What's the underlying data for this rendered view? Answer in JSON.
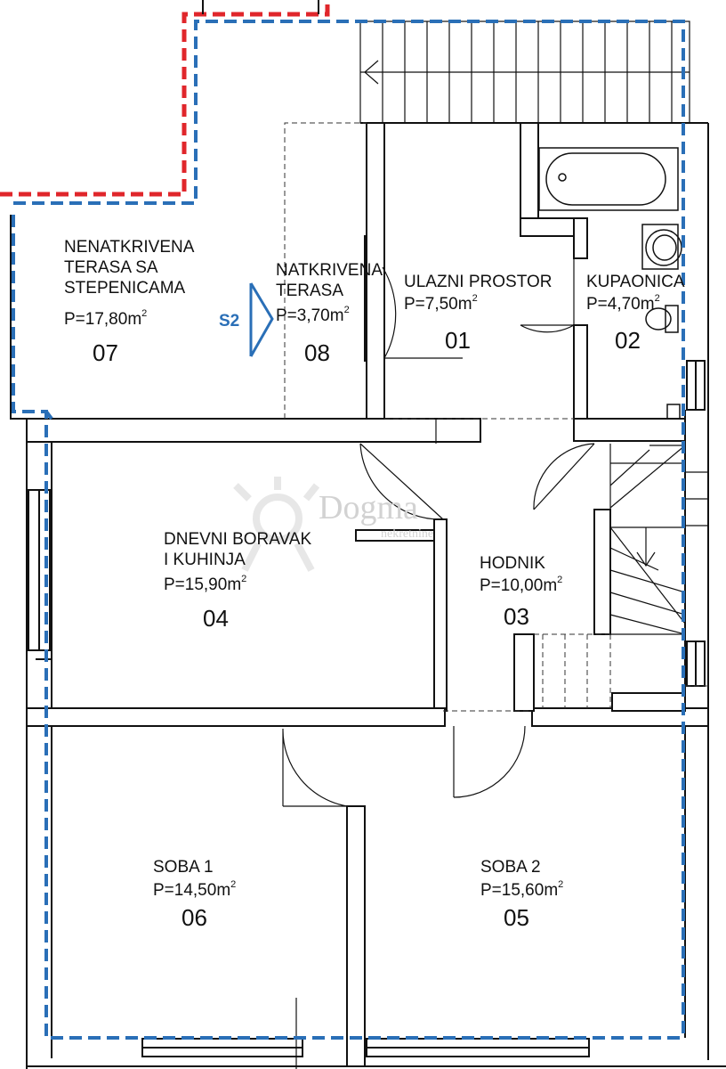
{
  "rooms": [
    {
      "id": "07",
      "name_lines": [
        "NENATKRIVENA",
        "TERASA SA",
        "STEPENICAMA"
      ],
      "area_prefix": "P=17,80m",
      "area_sup": "2"
    },
    {
      "id": "08",
      "name_lines": [
        "NATKRIVENA",
        "TERASA"
      ],
      "area_prefix": "P=3,70m",
      "area_sup": "2"
    },
    {
      "id": "01",
      "name_lines": [
        "ULAZNI PROSTOR"
      ],
      "area_prefix": "P=7,50m",
      "area_sup": "2"
    },
    {
      "id": "02",
      "name_lines": [
        "KUPAONICA"
      ],
      "area_prefix": "P=4,70m",
      "area_sup": "2"
    },
    {
      "id": "04",
      "name_lines": [
        "DNEVNI BORAVAK",
        "I KUHINJA"
      ],
      "area_prefix": "P=15,90m",
      "area_sup": "2"
    },
    {
      "id": "03",
      "name_lines": [
        "HODNIK"
      ],
      "area_prefix": "P=10,00m",
      "area_sup": "2"
    },
    {
      "id": "06",
      "name_lines": [
        "SOBA 1"
      ],
      "area_prefix": "P=14,50m",
      "area_sup": "2"
    },
    {
      "id": "05",
      "name_lines": [
        "SOBA 2"
      ],
      "area_prefix": "P=15,60m",
      "area_sup": "2"
    }
  ],
  "section_marker": {
    "label": "S2",
    "color": "#2a6fb7"
  },
  "watermark": {
    "brand": "Dogma",
    "sub": "nekretnine"
  },
  "colors": {
    "wall": "#111111",
    "boundary_blue": "#2a6fb7",
    "boundary_red": "#e0262b"
  }
}
